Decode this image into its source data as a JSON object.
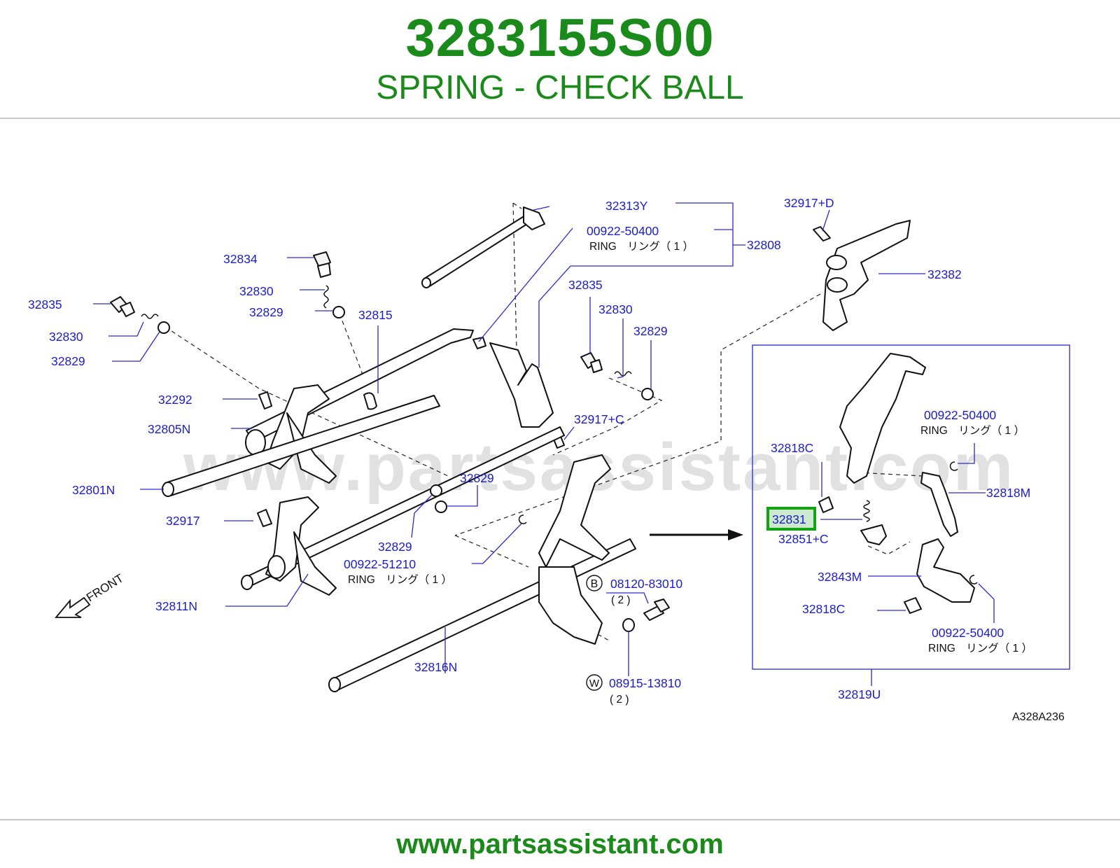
{
  "header": {
    "part_number": "3283155S00",
    "part_name": "SPRING - CHECK BALL"
  },
  "footer": {
    "url": "www.partsassistant.com"
  },
  "diagram": {
    "watermark": "www.partsassistant.com",
    "code": "A328A236",
    "front": "FRONT",
    "highlight_color": "#12a312",
    "text_color": "#1c1ccc",
    "brand_color": "#1a8a1a",
    "labels": {
      "p32313Y": "32313Y",
      "p00922_50400_a": "00922-50400",
      "ring_a": "RING　リング（ 1 ）",
      "p32808": "32808",
      "p32917D": "32917+D",
      "p32382": "32382",
      "p32834": "32834",
      "p32830_a": "32830",
      "p32829_a": "32829",
      "p32815": "32815",
      "p32835_a": "32835",
      "p32830_b": "32830",
      "p32829_b": "32829",
      "p32835_b": "32835",
      "p32830_c": "32830",
      "p32829_c": "32829",
      "p32292": "32292",
      "p32805N": "32805N",
      "p32917C": "32917+C",
      "p32801N": "32801N",
      "p32829_d": "32829",
      "p32917": "32917",
      "p32829_e": "32829",
      "p00922_51210": "00922-51210",
      "ring_b": "RING　リング（ 1 ）",
      "p32811N": "32811N",
      "circle_b": "B",
      "p08120_83010": "08120-83010",
      "qty_b": "( 2 )",
      "p32816N": "32816N",
      "circle_w": "W",
      "p08915_13810": "08915-13810",
      "qty_w": "( 2 )",
      "p00922_50400_b": "00922-50400",
      "ring_c": "RING　リング（ 1 ）",
      "p32818C_a": "32818C",
      "p32818M": "32818M",
      "p32831": "32831",
      "p32851C": "32851+C",
      "p32843M": "32843M",
      "p32818C_b": "32818C",
      "p00922_50400_c": "00922-50400",
      "ring_d": "RING　リング（ 1 ）",
      "p32819U": "32819U"
    }
  }
}
